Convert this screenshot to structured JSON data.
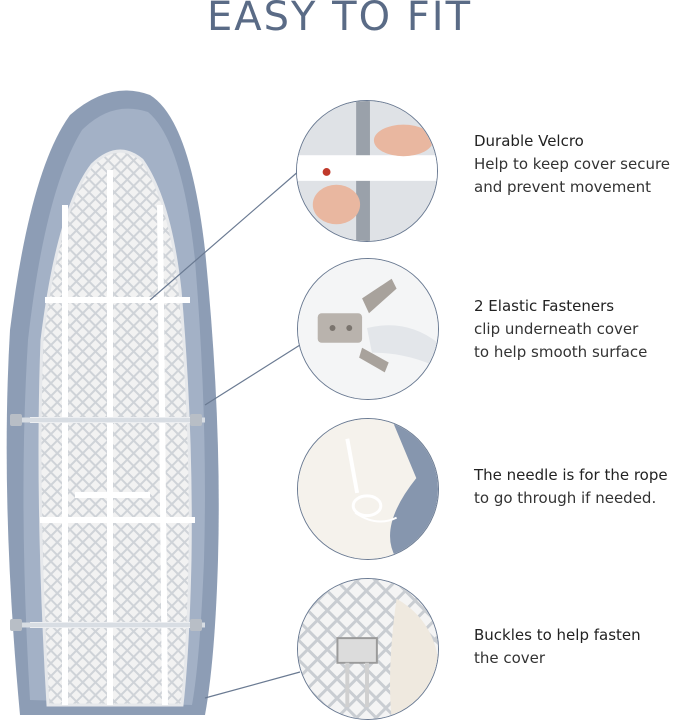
{
  "title": "EASY TO FIT",
  "features": [
    {
      "heading": "Durable Velcro",
      "lines": [
        "Help to keep cover secure",
        "and prevent movement"
      ],
      "icon": "velcro-icon"
    },
    {
      "heading": "2 Elastic Fasteners",
      "lines": [
        "clip underneath cover",
        "to help smooth surface"
      ],
      "icon": "clip-icon"
    },
    {
      "heading": "The needle is for the rope",
      "lines": [
        "to go through if needed."
      ],
      "icon": "needle-icon"
    },
    {
      "heading": "Buckles to help fasten",
      "lines": [
        "the cover"
      ],
      "icon": "buckle-icon"
    }
  ],
  "colors": {
    "title": "#5a6b86",
    "cover": "#8d9db5",
    "line": "#6a7a92"
  }
}
